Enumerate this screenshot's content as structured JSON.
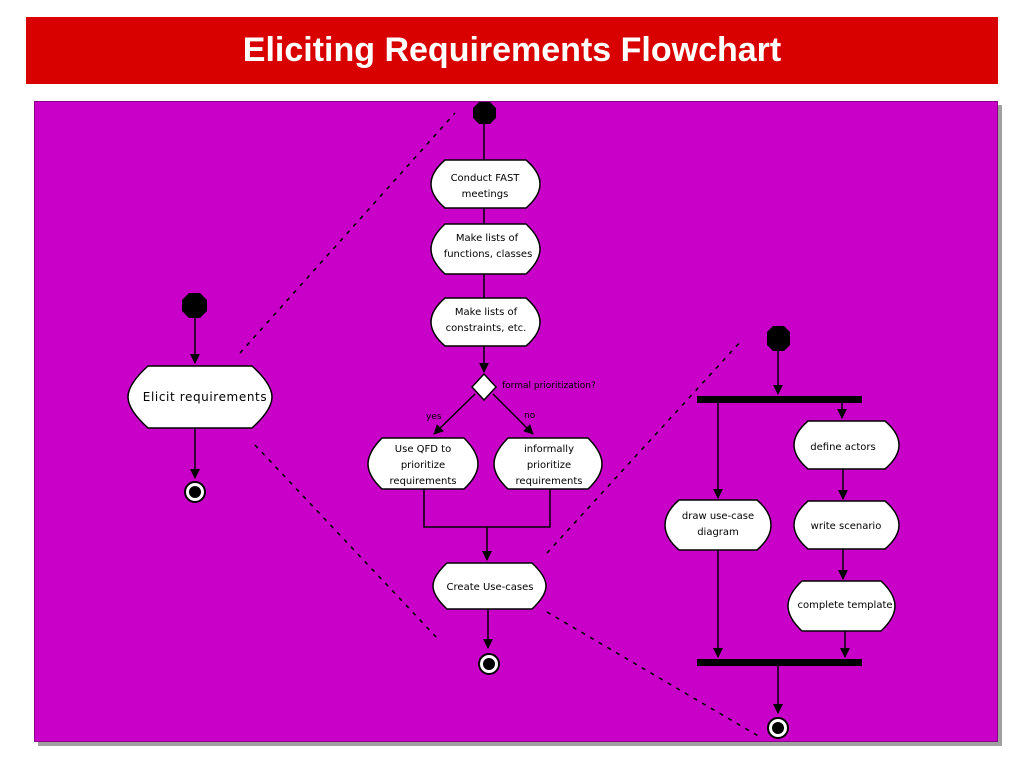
{
  "title": "Eliciting Requirements Flowchart",
  "colors": {
    "title_bar": "#d90000",
    "panel": "#c800c8",
    "node_fill": "#ffffff"
  },
  "overview": {
    "elicit": "Elicit requirements"
  },
  "detail": {
    "fast": [
      "Conduct FAST",
      "meetings"
    ],
    "lists_functions": [
      "Make lists of",
      "functions, classes"
    ],
    "lists_constraints": [
      "Make lists of",
      "constraints, etc."
    ],
    "decision": "formal prioritization?",
    "yes": "yes",
    "no": "no",
    "qfd": [
      "Use QFD to",
      "prioritize",
      "requirements"
    ],
    "informal": [
      "informally",
      "prioritize",
      "requirements"
    ],
    "usecases": "Create Use-cases"
  },
  "usecase_detail": {
    "draw": [
      "draw use-case",
      "diagram"
    ],
    "actors": "define actors",
    "scenario": "write scenario",
    "template": "complete template"
  }
}
